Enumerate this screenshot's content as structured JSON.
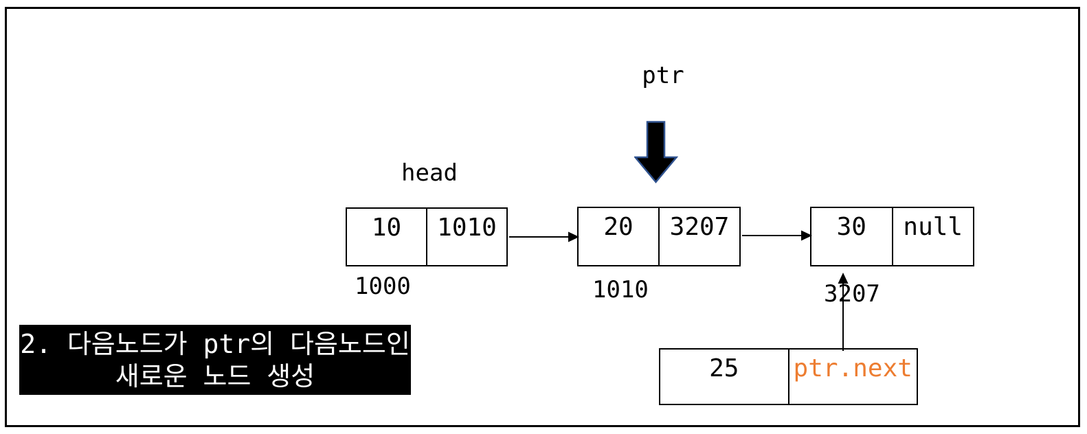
{
  "labels": {
    "ptr": "ptr",
    "head": "head"
  },
  "list_nodes": [
    {
      "value": "10",
      "pointer": "1010",
      "address_label": "1000"
    },
    {
      "value": "20",
      "pointer": "3207",
      "address_label": "1010"
    },
    {
      "value": "30",
      "pointer": "null",
      "address_label": "3207"
    }
  ],
  "new_node": {
    "value": "25",
    "pointer": "ptr.next"
  },
  "caption": {
    "line1": "2. 다음노드가 ptr의 다음노드인",
    "line2": "새로운 노드 생성"
  },
  "colors": {
    "accent_orange": "#ED7D31",
    "block_arrow_fill": "#000000",
    "block_arrow_outline": "#2F528F",
    "line_color": "#000000"
  }
}
